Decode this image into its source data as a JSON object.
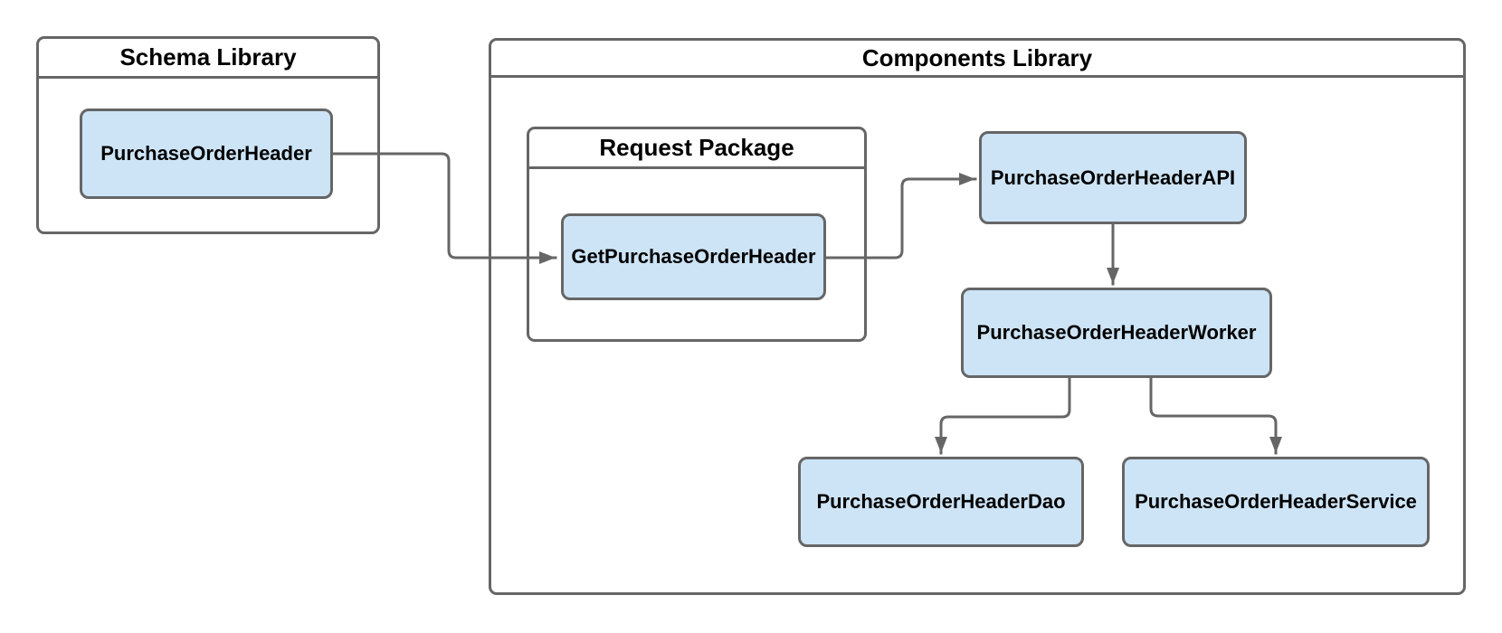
{
  "colors": {
    "background": "#ffffff",
    "node_fill": "#cde4f6",
    "node_stroke": "#666666",
    "container_stroke": "#666666",
    "arrow": "#666666",
    "text": "#000000"
  },
  "containers": {
    "schema_library": {
      "title": "Schema Library"
    },
    "components_library": {
      "title": "Components Library"
    },
    "request_package": {
      "title": "Request Package"
    }
  },
  "nodes": {
    "purchase_order_header": {
      "label": "PurchaseOrderHeader"
    },
    "get_purchase_order_header": {
      "label": "GetPurchaseOrderHeader"
    },
    "api": {
      "label": "PurchaseOrderHeaderAPI"
    },
    "worker": {
      "label": "PurchaseOrderHeaderWorker"
    },
    "dao": {
      "label": "PurchaseOrderHeaderDao"
    },
    "service": {
      "label": "PurchaseOrderHeaderService"
    }
  },
  "edges": [
    {
      "from": "PurchaseOrderHeader",
      "to": "GetPurchaseOrderHeader"
    },
    {
      "from": "GetPurchaseOrderHeader",
      "to": "PurchaseOrderHeaderAPI"
    },
    {
      "from": "PurchaseOrderHeaderAPI",
      "to": "PurchaseOrderHeaderWorker"
    },
    {
      "from": "PurchaseOrderHeaderWorker",
      "to": "PurchaseOrderHeaderDao"
    },
    {
      "from": "PurchaseOrderHeaderWorker",
      "to": "PurchaseOrderHeaderService"
    }
  ]
}
